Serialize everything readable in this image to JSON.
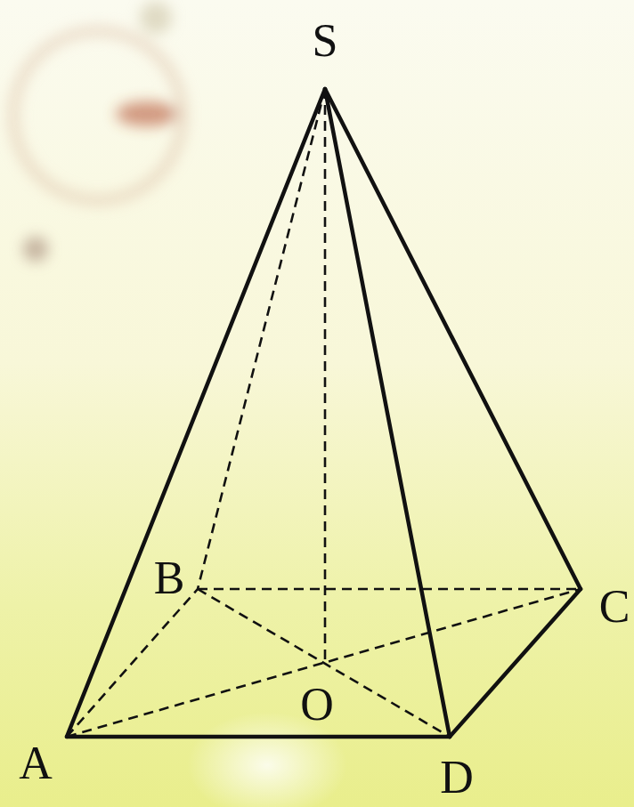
{
  "diagram": {
    "labels": [
      "S",
      "A",
      "B",
      "C",
      "D",
      "O"
    ]
  }
}
